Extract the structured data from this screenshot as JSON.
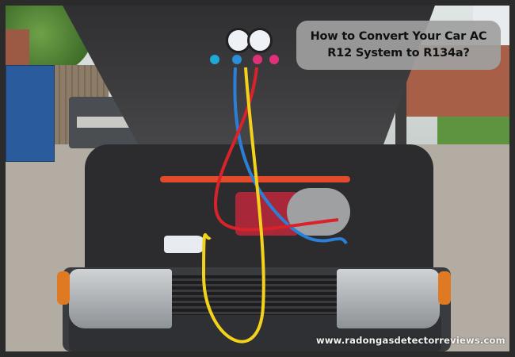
{
  "image": {
    "description": "Photo of a car with the hood open, AC manifold gauge set hung from the hood with red, blue and yellow hoses connected to the engine bay and a refrigerant can",
    "colors": {
      "frame": "#2b2b2b",
      "title_card_bg": "#a0a0a0",
      "title_text": "#111111",
      "watermark_text": "#f4f4f4",
      "hose_red": "#d8232a",
      "hose_blue": "#2a7fd6",
      "hose_yellow": "#f2d21a"
    }
  },
  "overlay": {
    "title_line1": "How to Convert Your Car AC",
    "title_line2": "R12 System to R134a?",
    "watermark": "www.radongasdetectorreviews.com"
  }
}
